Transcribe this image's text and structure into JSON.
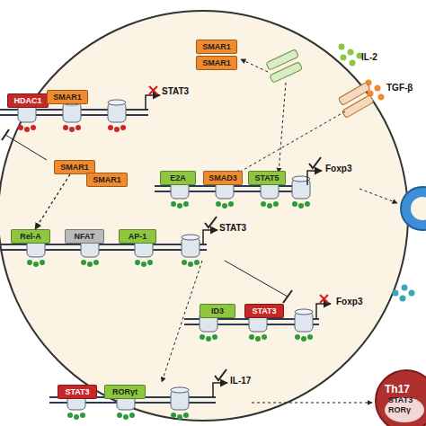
{
  "diagram": {
    "nodes": [
      {
        "text": [
          "SMAR1"
        ]
      },
      {
        "text": [
          "SMAR1"
        ]
      },
      {
        "text": [
          "HDAC1"
        ]
      },
      {
        "text": [
          "SMAR1"
        ]
      },
      {
        "text": [
          "SMAR1"
        ]
      },
      {
        "text": [
          "SMAR1"
        ]
      },
      {
        "text": [
          "E2A"
        ]
      },
      {
        "text": [
          "SMAD3"
        ]
      },
      {
        "text": [
          "STAT5"
        ]
      },
      {
        "text": [
          "Rel-A"
        ]
      },
      {
        "text": [
          "NFAT"
        ]
      },
      {
        "text": [
          "AP-1"
        ]
      },
      {
        "text": [
          "ID3"
        ]
      },
      {
        "text": [
          "STAT3"
        ]
      },
      {
        "text": [
          "STAT3"
        ]
      },
      {
        "text": [
          "RORγt"
        ]
      },
      {
        "text": [
          "Th17",
          "STAT3",
          "RORγ"
        ]
      }
    ],
    "edges": [
      {
        "from": 4,
        "to": 9,
        "arrow": "to"
      }
    ],
    "labels": [
      "IL-2",
      "TGF-β",
      "STAT3",
      "Foxp3",
      "STAT3",
      "Foxp3",
      "IL-17"
    ]
  }
}
